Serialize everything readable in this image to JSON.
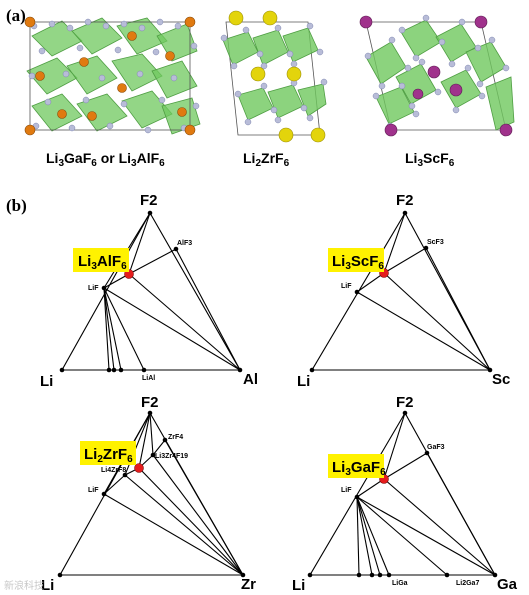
{
  "panel_a_label": "(a)",
  "panel_b_label": "(b)",
  "structures": [
    {
      "caption": "Li3GaF6 or Li3AlF6",
      "accent": "#e07a10"
    },
    {
      "caption": "Li2ZrF6",
      "accent": "#e3d40c"
    },
    {
      "caption": "Li3ScF6",
      "accent": "#a0328c"
    }
  ],
  "colors": {
    "octahedron": "#6fc85e",
    "fluorine": "#b8bcd8",
    "highlight": "#fff200",
    "point": "#e51c1c"
  },
  "diagrams": [
    {
      "id": "Al",
      "vertices": {
        "top": "F2",
        "left": "Li",
        "right": "Al"
      },
      "highlight": [
        "Li",
        "3",
        "AlF",
        "6"
      ],
      "labels": {
        "binary_top": "AlF3",
        "lif": "LiF",
        "edge": [
          "LiAl"
        ]
      }
    },
    {
      "id": "Sc",
      "vertices": {
        "top": "F2",
        "left": "Li",
        "right": "Sc"
      },
      "highlight": [
        "Li",
        "3",
        "ScF",
        "6"
      ],
      "labels": {
        "binary_top": "ScF3",
        "lif": "LiF",
        "edge": []
      }
    },
    {
      "id": "Zr",
      "vertices": {
        "top": "F2",
        "left": "Li",
        "right": "Zr"
      },
      "highlight": [
        "Li",
        "2",
        "ZrF",
        "6"
      ],
      "labels": {
        "binary_top": "ZrF4",
        "extra": "Li3Zr4F19",
        "extra2": "Li4ZrF8",
        "lif": "LiF",
        "edge": []
      }
    },
    {
      "id": "Ga",
      "vertices": {
        "top": "F2",
        "left": "Li",
        "right": "Ga"
      },
      "highlight": [
        "Li",
        "3",
        "GaF",
        "6"
      ],
      "labels": {
        "binary_top": "GaF3",
        "lif": "LiF",
        "edge": [
          "LiGa",
          "Li2Ga7"
        ]
      }
    }
  ],
  "watermark": "新浪科技"
}
